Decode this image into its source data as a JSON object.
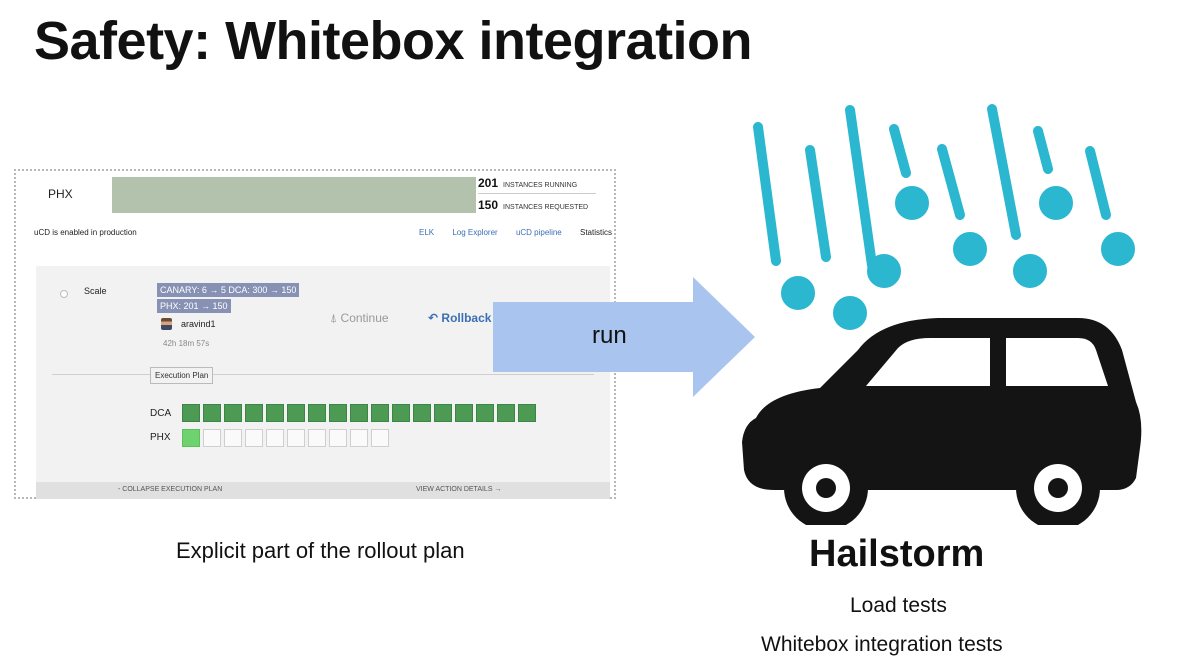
{
  "slide": {
    "title": "Safety: Whitebox integration"
  },
  "screenshot": {
    "environment": "PHX",
    "instances_running_count": "201",
    "instances_running_label": "INSTANCES RUNNING",
    "instances_requested_count": "150",
    "instances_requested_label": "INSTANCES REQUESTED",
    "bar_color": "#b3c2ad",
    "info_text": "uCD is enabled in production",
    "links": [
      "ELK",
      "Log Explorer",
      "uCD pipeline",
      "Statistics"
    ],
    "step": {
      "label": "Scale",
      "change_line_1": "CANARY: 6 → 5 DCA: 300 → 150",
      "change_line_2": "PHX: 201 → 150",
      "highlight_color": "#8791b4",
      "user": "aravind1",
      "elapsed": "42h 18m 57s",
      "continue_label": "Continue",
      "rollback_label": "Rollback"
    },
    "execution_plan": {
      "label": "Execution Plan",
      "rows": [
        {
          "name": "DCA",
          "completed": 17,
          "total": 17
        },
        {
          "name": "PHX",
          "completed": 1,
          "total": 10
        }
      ],
      "collapse_label": "- COLLAPSE EXECUTION PLAN",
      "view_details_label": "VIEW ACTION DETAILS →"
    }
  },
  "arrow": {
    "label": "run",
    "color": "#a9c4ef"
  },
  "captions": {
    "left": "Explicit part of the rollout plan",
    "right_title": "Hailstorm",
    "right_line_1": "Load tests",
    "right_line_2": "Whitebox integration tests"
  },
  "icons": {
    "hail": "hailstorm-icon",
    "hail_color": "#2bb7cf",
    "car": "car-icon",
    "car_color": "#141414"
  }
}
